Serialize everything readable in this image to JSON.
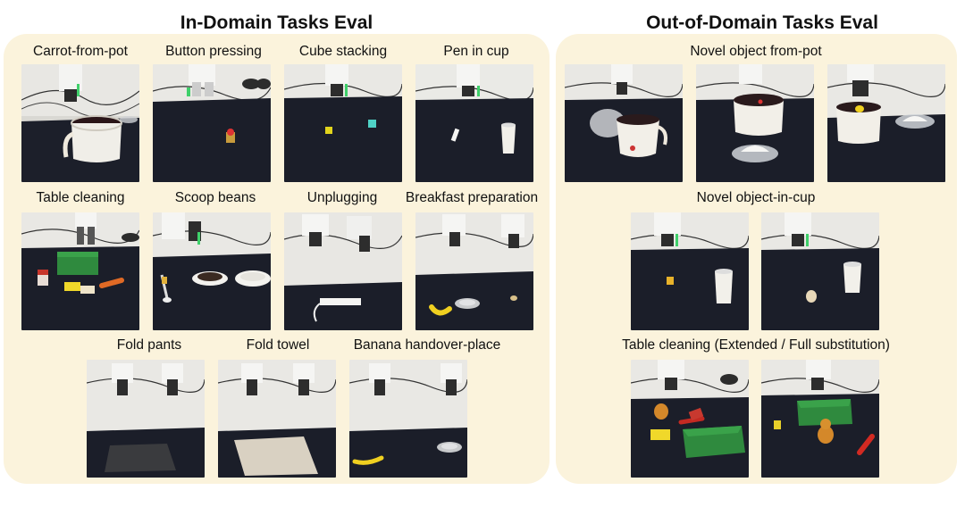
{
  "in_domain": {
    "title": "In-Domain Tasks Eval",
    "tasks": [
      {
        "label": "Carrot-from-pot"
      },
      {
        "label": "Button pressing"
      },
      {
        "label": "Cube stacking"
      },
      {
        "label": "Pen in cup"
      },
      {
        "label": "Table cleaning"
      },
      {
        "label": "Scoop beans"
      },
      {
        "label": "Unplugging"
      },
      {
        "label": "Breakfast preparation"
      },
      {
        "label": "Fold pants"
      },
      {
        "label": "Fold towel"
      },
      {
        "label": "Banana handover-place"
      }
    ]
  },
  "out_domain": {
    "title": "Out-of-Domain Tasks Eval",
    "groups": [
      {
        "label": "Novel object from-pot"
      },
      {
        "label": "Novel object-in-cup"
      },
      {
        "label": "Table cleaning (Extended / Full substitution)"
      }
    ]
  },
  "colors": {
    "panel_background": "#fbf3dc",
    "table_cloth": "#1c1f2a",
    "wall": "#e9e8e4"
  }
}
